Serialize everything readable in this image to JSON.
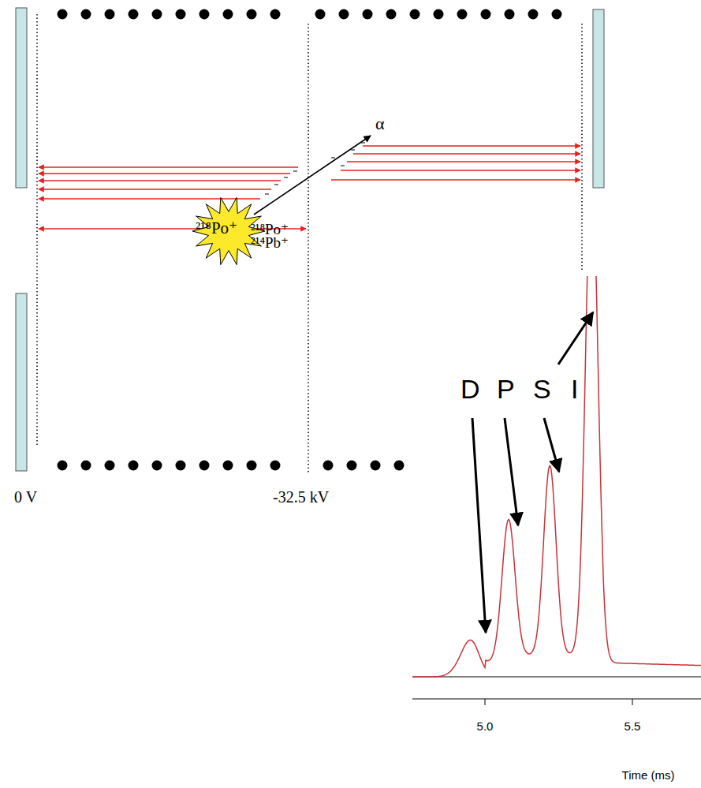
{
  "diagram": {
    "labels": [
      "α",
      "²¹⁸Po⁺",
      "²¹⁸Po⁺",
      "²¹⁴Pb⁺",
      "0 V",
      "-32.5 kV",
      "D",
      "P",
      "S",
      "I",
      "5.0",
      "5.5",
      "Time (ms)"
    ]
  }
}
